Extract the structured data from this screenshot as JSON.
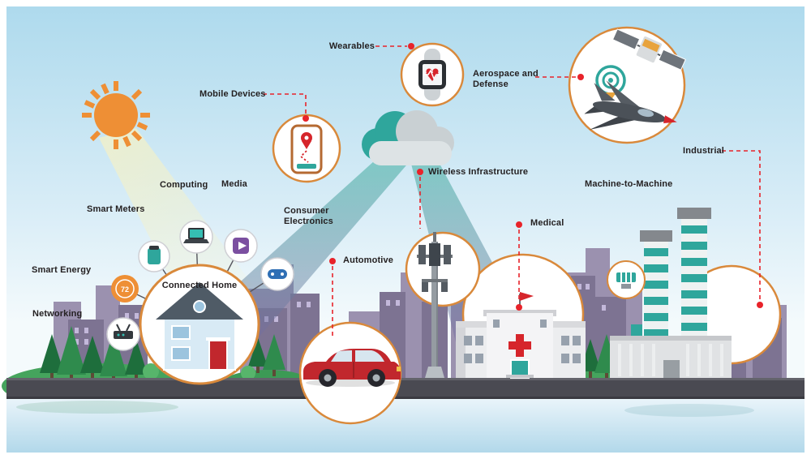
{
  "labels": {
    "wearables": "Wearables",
    "mobile_devices": "Mobile Devices",
    "aerospace_defense": "Aerospace and Defense",
    "industrial": "Industrial",
    "wireless_infrastructure": "Wireless Infrastructure",
    "machine_to_machine": "Machine-to-Machine",
    "computing": "Computing",
    "media": "Media",
    "smart_meters": "Smart Meters",
    "consumer_electronics": "Consumer Electronics",
    "smart_energy": "Smart Energy",
    "networking": "Networking",
    "automotive": "Automotive",
    "medical": "Medical",
    "connected_home": "Connected Home",
    "thermostat_temperature": "72"
  },
  "colors": {
    "accent_red": "#E8232A",
    "highlight_circle_border": "#D9893B",
    "sun_orange": "#EE8F35",
    "teal": "#2FA69C",
    "sky_blue": "#AEDAED",
    "skyline_purple": "#7D7392",
    "road_gray": "#4A4A52",
    "tree_green": "#2F8B4D",
    "car_red": "#C1272D",
    "media_purple": "#7B4FA0",
    "controller_blue": "#2F6FB5",
    "label_text": "#231F20"
  },
  "icons": [
    "sun-icon",
    "cloud-icon",
    "smartwatch-icon",
    "smartphone-icon",
    "satellite-icon",
    "radar-icon",
    "fighter-jet-icon",
    "cell-tower-icon",
    "hospital-icon",
    "factory-icon",
    "car-icon",
    "house-icon",
    "thermostat-icon",
    "smart-meter-icon",
    "laptop-icon",
    "media-player-icon",
    "game-controller-icon",
    "router-icon",
    "machine-icon",
    "city-skyline",
    "trees",
    "road"
  ]
}
